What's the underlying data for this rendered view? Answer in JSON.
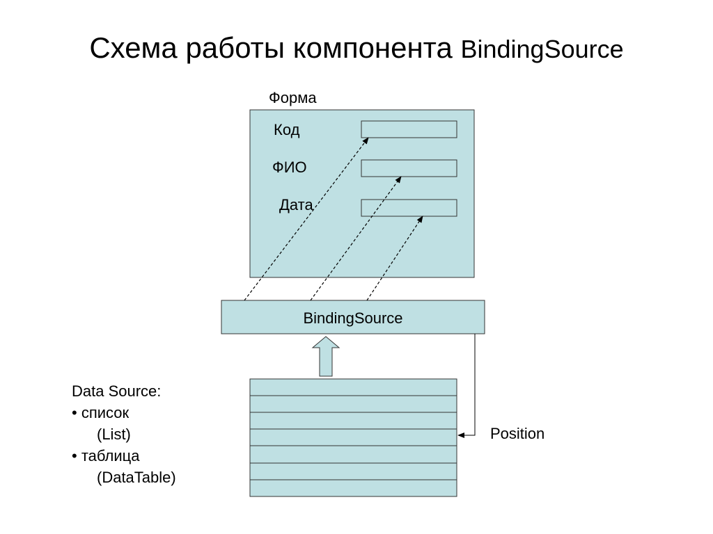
{
  "title": {
    "main": "Схема работы компонента ",
    "component": "BindingSource"
  },
  "form": {
    "label": "Форма",
    "fields": [
      {
        "label": "Код"
      },
      {
        "label": "ФИО"
      },
      {
        "label": "Дата"
      }
    ]
  },
  "binding_source": {
    "label": "BindingSource"
  },
  "position": {
    "label": "Position"
  },
  "data_source": {
    "heading": "Data Source:",
    "items": [
      {
        "bullet": "• список",
        "detail": "(List)"
      },
      {
        "bullet": "• таблица",
        "detail": "(DataTable)"
      }
    ]
  },
  "table": {
    "rows": 7
  },
  "colors": {
    "fill": "#bfe0e3",
    "border": "#333333",
    "background": "#ffffff"
  }
}
